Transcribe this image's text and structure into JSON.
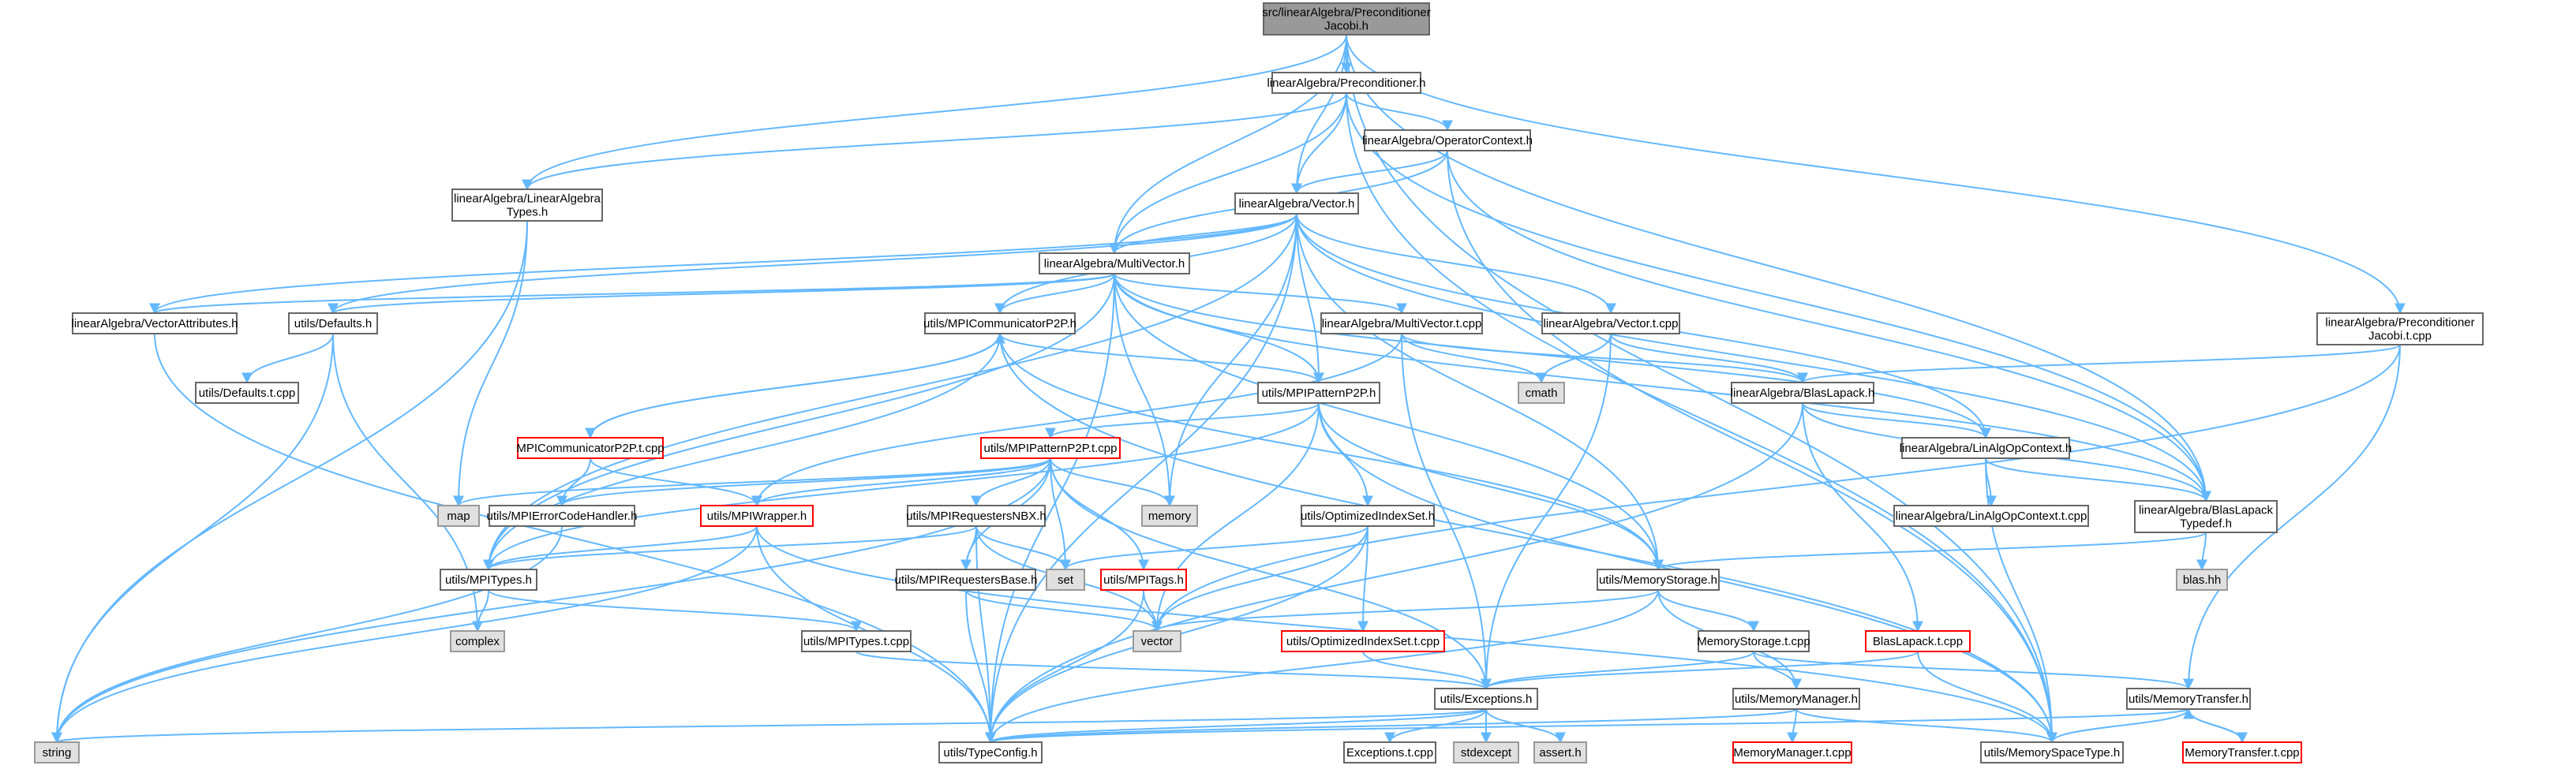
{
  "graph": {
    "colors": {
      "edge": "#63b8ff",
      "border_normal": "#666666",
      "border_missing": "#ff0000",
      "fill_root": "#999999",
      "fill_system": "#e0e0e0",
      "fill_normal": "#ffffff"
    },
    "nodes": [
      {
        "id": "root",
        "label": [
          "src/linearAlgebra/Preconditioner",
          "Jacobi.h"
        ],
        "kind": "root"
      },
      {
        "id": "precond",
        "label": [
          "linearAlgebra/Preconditioner.h"
        ],
        "kind": "normal"
      },
      {
        "id": "lat",
        "label": [
          "linearAlgebra/LinearAlgebra",
          "Types.h"
        ],
        "kind": "normal"
      },
      {
        "id": "opctx",
        "label": [
          "linearAlgebra/OperatorContext.h"
        ],
        "kind": "normal"
      },
      {
        "id": "vech",
        "label": [
          "linearAlgebra/Vector.h"
        ],
        "kind": "normal"
      },
      {
        "id": "mvh",
        "label": [
          "linearAlgebra/MultiVector.h"
        ],
        "kind": "normal"
      },
      {
        "id": "vattr",
        "label": [
          "linearAlgebra/VectorAttributes.h"
        ],
        "kind": "normal"
      },
      {
        "id": "defh",
        "label": [
          "utils/Defaults.h"
        ],
        "kind": "normal"
      },
      {
        "id": "deft",
        "label": [
          "utils/Defaults.t.cpp"
        ],
        "kind": "normal"
      },
      {
        "id": "mcp2p",
        "label": [
          "utils/MPICommunicatorP2P.h"
        ],
        "kind": "normal"
      },
      {
        "id": "mcp2pt",
        "label": [
          "MPICommunicatorP2P.t.cpp"
        ],
        "kind": "missing"
      },
      {
        "id": "mvt",
        "label": [
          "linearAlgebra/MultiVector.t.cpp"
        ],
        "kind": "normal"
      },
      {
        "id": "vect",
        "label": [
          "linearAlgebra/Vector.t.cpp"
        ],
        "kind": "normal"
      },
      {
        "id": "pjt",
        "label": [
          "linearAlgebra/Preconditioner",
          "Jacobi.t.cpp"
        ],
        "kind": "normal"
      },
      {
        "id": "cmath",
        "label": [
          "cmath"
        ],
        "kind": "system"
      },
      {
        "id": "blas",
        "label": [
          "linearAlgebra/BlasLapack.h"
        ],
        "kind": "normal"
      },
      {
        "id": "pp2p",
        "label": [
          "utils/MPIPatternP2P.h"
        ],
        "kind": "normal"
      },
      {
        "id": "pp2pt",
        "label": [
          "utils/MPIPatternP2P.t.cpp"
        ],
        "kind": "missing"
      },
      {
        "id": "map",
        "label": [
          "map"
        ],
        "kind": "system"
      },
      {
        "id": "ech",
        "label": [
          "utils/MPIErrorCodeHandler.h"
        ],
        "kind": "normal"
      },
      {
        "id": "mwr",
        "label": [
          "utils/MPIWrapper.h"
        ],
        "kind": "missing"
      },
      {
        "id": "reqnbx",
        "label": [
          "utils/MPIRequestersNBX.h"
        ],
        "kind": "normal"
      },
      {
        "id": "memory",
        "label": [
          "memory"
        ],
        "kind": "system"
      },
      {
        "id": "ois",
        "label": [
          "utils/OptimizedIndexSet.h"
        ],
        "kind": "normal"
      },
      {
        "id": "linctx",
        "label": [
          "linearAlgebra/LinAlgOpContext.h"
        ],
        "kind": "normal"
      },
      {
        "id": "linctxt",
        "label": [
          "linearAlgebra/LinAlgOpContext.t.cpp"
        ],
        "kind": "normal"
      },
      {
        "id": "bltd",
        "label": [
          "linearAlgebra/BlasLapack",
          "Typedef.h"
        ],
        "kind": "normal"
      },
      {
        "id": "blashh",
        "label": [
          "blas.hh"
        ],
        "kind": "system"
      },
      {
        "id": "set",
        "label": [
          "set"
        ],
        "kind": "system"
      },
      {
        "id": "mtypes",
        "label": [
          "utils/MPITypes.h"
        ],
        "kind": "normal"
      },
      {
        "id": "complex",
        "label": [
          "complex"
        ],
        "kind": "system"
      },
      {
        "id": "reqbase",
        "label": [
          "utils/MPIRequestersBase.h"
        ],
        "kind": "normal"
      },
      {
        "id": "tags",
        "label": [
          "utils/MPITags.h"
        ],
        "kind": "missing"
      },
      {
        "id": "mstor",
        "label": [
          "utils/MemoryStorage.h"
        ],
        "kind": "normal"
      },
      {
        "id": "vector",
        "label": [
          "vector"
        ],
        "kind": "system"
      },
      {
        "id": "oist",
        "label": [
          "utils/OptimizedIndexSet.t.cpp"
        ],
        "kind": "missing"
      },
      {
        "id": "mtypest",
        "label": [
          "utils/MPITypes.t.cpp"
        ],
        "kind": "normal"
      },
      {
        "id": "mstort",
        "label": [
          "MemoryStorage.t.cpp"
        ],
        "kind": "normal"
      },
      {
        "id": "blast",
        "label": [
          "BlasLapack.t.cpp"
        ],
        "kind": "missing"
      },
      {
        "id": "exc",
        "label": [
          "utils/Exceptions.h"
        ],
        "kind": "normal"
      },
      {
        "id": "mmgr",
        "label": [
          "utils/MemoryManager.h"
        ],
        "kind": "normal"
      },
      {
        "id": "mtr",
        "label": [
          "utils/MemoryTransfer.h"
        ],
        "kind": "normal"
      },
      {
        "id": "string",
        "label": [
          "string"
        ],
        "kind": "system"
      },
      {
        "id": "tcfg",
        "label": [
          "utils/TypeConfig.h"
        ],
        "kind": "normal"
      },
      {
        "id": "exct",
        "label": [
          "Exceptions.t.cpp"
        ],
        "kind": "normal"
      },
      {
        "id": "stdexcept",
        "label": [
          "stdexcept"
        ],
        "kind": "system"
      },
      {
        "id": "assert",
        "label": [
          "assert.h"
        ],
        "kind": "system"
      },
      {
        "id": "mmgrt",
        "label": [
          "MemoryManager.t.cpp"
        ],
        "kind": "missing"
      },
      {
        "id": "mst",
        "label": [
          "utils/MemorySpaceType.h"
        ],
        "kind": "normal"
      },
      {
        "id": "mtrt",
        "label": [
          "MemoryTransfer.t.cpp"
        ],
        "kind": "missing"
      }
    ],
    "edges": [
      [
        "root",
        "precond"
      ],
      [
        "root",
        "lat"
      ],
      [
        "root",
        "vech"
      ],
      [
        "root",
        "mvh"
      ],
      [
        "root",
        "bltd"
      ],
      [
        "root",
        "pjt"
      ],
      [
        "root",
        "mst"
      ],
      [
        "precond",
        "opctx"
      ],
      [
        "precond",
        "vech"
      ],
      [
        "precond",
        "mvh"
      ],
      [
        "precond",
        "lat"
      ],
      [
        "precond",
        "bltd"
      ],
      [
        "precond",
        "mst"
      ],
      [
        "opctx",
        "vech"
      ],
      [
        "opctx",
        "mvh"
      ],
      [
        "opctx",
        "bltd"
      ],
      [
        "opctx",
        "mst"
      ],
      [
        "lat",
        "map"
      ],
      [
        "lat",
        "string"
      ],
      [
        "vech",
        "mvh"
      ],
      [
        "vech",
        "vattr"
      ],
      [
        "vech",
        "defh"
      ],
      [
        "vech",
        "mcp2p"
      ],
      [
        "vech",
        "pp2p"
      ],
      [
        "vech",
        "linctx"
      ],
      [
        "vech",
        "mstor"
      ],
      [
        "vech",
        "memory"
      ],
      [
        "vech",
        "vect"
      ],
      [
        "vech",
        "bltd"
      ],
      [
        "vech",
        "tcfg"
      ],
      [
        "vech",
        "mtypes"
      ],
      [
        "mvh",
        "vattr"
      ],
      [
        "mvh",
        "defh"
      ],
      [
        "mvh",
        "mcp2p"
      ],
      [
        "mvh",
        "mvt"
      ],
      [
        "mvh",
        "pp2p"
      ],
      [
        "mvh",
        "memory"
      ],
      [
        "mvh",
        "linctx"
      ],
      [
        "mvh",
        "mstor"
      ],
      [
        "mvh",
        "bltd"
      ],
      [
        "mvh",
        "tcfg"
      ],
      [
        "mvh",
        "mtypes"
      ],
      [
        "vattr",
        "tcfg"
      ],
      [
        "defh",
        "deft"
      ],
      [
        "defh",
        "complex"
      ],
      [
        "defh",
        "string"
      ],
      [
        "mcp2p",
        "mcp2pt"
      ],
      [
        "mcp2p",
        "pp2p"
      ],
      [
        "mcp2p",
        "mstor"
      ],
      [
        "mcp2p",
        "mtypes"
      ],
      [
        "mcp2p",
        "mst"
      ],
      [
        "mcp2pt",
        "mcp2p"
      ],
      [
        "mcp2pt",
        "ech"
      ],
      [
        "mcp2pt",
        "mwr"
      ],
      [
        "mvt",
        "blas"
      ],
      [
        "mvt",
        "cmath"
      ],
      [
        "mvt",
        "exc"
      ],
      [
        "mvt",
        "mwr"
      ],
      [
        "vect",
        "blas"
      ],
      [
        "vect",
        "cmath"
      ],
      [
        "vect",
        "exc"
      ],
      [
        "pjt",
        "blas"
      ],
      [
        "pjt",
        "mtr"
      ],
      [
        "pjt",
        "vector"
      ],
      [
        "blas",
        "linctx"
      ],
      [
        "blas",
        "bltd"
      ],
      [
        "blas",
        "blast"
      ],
      [
        "blas",
        "tcfg"
      ],
      [
        "pp2p",
        "pp2pt"
      ],
      [
        "pp2p",
        "mtypes"
      ],
      [
        "pp2p",
        "ois"
      ],
      [
        "pp2p",
        "mstor"
      ],
      [
        "pp2p",
        "vector"
      ],
      [
        "pp2p",
        "mst"
      ],
      [
        "pp2pt",
        "map"
      ],
      [
        "pp2pt",
        "ech"
      ],
      [
        "pp2pt",
        "mwr"
      ],
      [
        "pp2pt",
        "reqnbx"
      ],
      [
        "pp2pt",
        "memory"
      ],
      [
        "pp2pt",
        "tags"
      ],
      [
        "pp2pt",
        "exc"
      ],
      [
        "pp2pt",
        "set"
      ],
      [
        "pp2pt",
        "string"
      ],
      [
        "pp2pt",
        "reqbase"
      ],
      [
        "ech",
        "string"
      ],
      [
        "mwr",
        "mtypes"
      ],
      [
        "mwr",
        "tcfg"
      ],
      [
        "mwr",
        "mst"
      ],
      [
        "mwr",
        "string"
      ],
      [
        "reqnbx",
        "reqbase"
      ],
      [
        "reqnbx",
        "mtypes"
      ],
      [
        "reqnbx",
        "set"
      ],
      [
        "reqnbx",
        "vector"
      ],
      [
        "reqnbx",
        "tcfg"
      ],
      [
        "ois",
        "oist"
      ],
      [
        "ois",
        "set"
      ],
      [
        "ois",
        "vector"
      ],
      [
        "ois",
        "tcfg"
      ],
      [
        "linctx",
        "linctxt"
      ],
      [
        "linctx",
        "bltd"
      ],
      [
        "linctx",
        "mst"
      ],
      [
        "bltd",
        "blashh"
      ],
      [
        "bltd",
        "mstor"
      ],
      [
        "mtypes",
        "complex"
      ],
      [
        "mtypes",
        "mtypest"
      ],
      [
        "mtypest",
        "exc"
      ],
      [
        "reqbase",
        "tcfg"
      ],
      [
        "reqbase",
        "vector"
      ],
      [
        "tags",
        "tcfg"
      ],
      [
        "tags",
        "vector"
      ],
      [
        "mstor",
        "mstort"
      ],
      [
        "mstor",
        "mmgr"
      ],
      [
        "mstor",
        "vector"
      ],
      [
        "mstor",
        "tcfg"
      ],
      [
        "oist",
        "exc"
      ],
      [
        "mstort",
        "exc"
      ],
      [
        "mstort",
        "mmgr"
      ],
      [
        "mstort",
        "mtr"
      ],
      [
        "blast",
        "exc"
      ],
      [
        "blast",
        "mst"
      ],
      [
        "exc",
        "exct"
      ],
      [
        "exc",
        "stdexcept"
      ],
      [
        "exc",
        "assert"
      ],
      [
        "exc",
        "string"
      ],
      [
        "exc",
        "tcfg"
      ],
      [
        "mmgr",
        "mmgrt"
      ],
      [
        "mmgr",
        "mst"
      ],
      [
        "mmgr",
        "tcfg"
      ],
      [
        "mtr",
        "mtrt"
      ],
      [
        "mtr",
        "mst"
      ],
      [
        "mtr",
        "tcfg"
      ],
      [
        "mtrt",
        "mtr"
      ]
    ]
  }
}
